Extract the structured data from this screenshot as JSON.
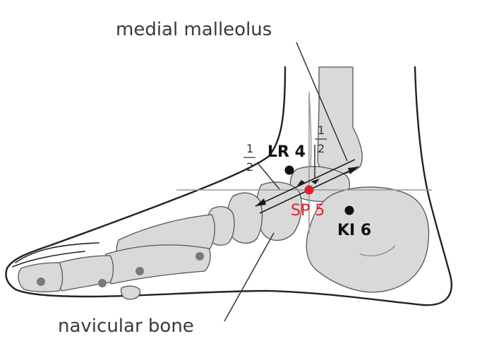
{
  "labels": {
    "medial_malleolus": "medial malleolus",
    "navicular_bone": "navicular bone",
    "half_top_num": "1",
    "half_top_den": "2",
    "half_left_num": "1",
    "half_left_den": "2"
  },
  "points": [
    {
      "id": "LR4",
      "label": "LR 4",
      "color": "#111111"
    },
    {
      "id": "SP5",
      "label": "SP 5",
      "color": "#d9232e"
    },
    {
      "id": "KI6",
      "label": "KI 6",
      "color": "#111111"
    }
  ],
  "colors": {
    "bone": "#d9d9d9",
    "outline": "#222222",
    "guide": "#9a9a9a",
    "highlight": "#d9232e"
  }
}
